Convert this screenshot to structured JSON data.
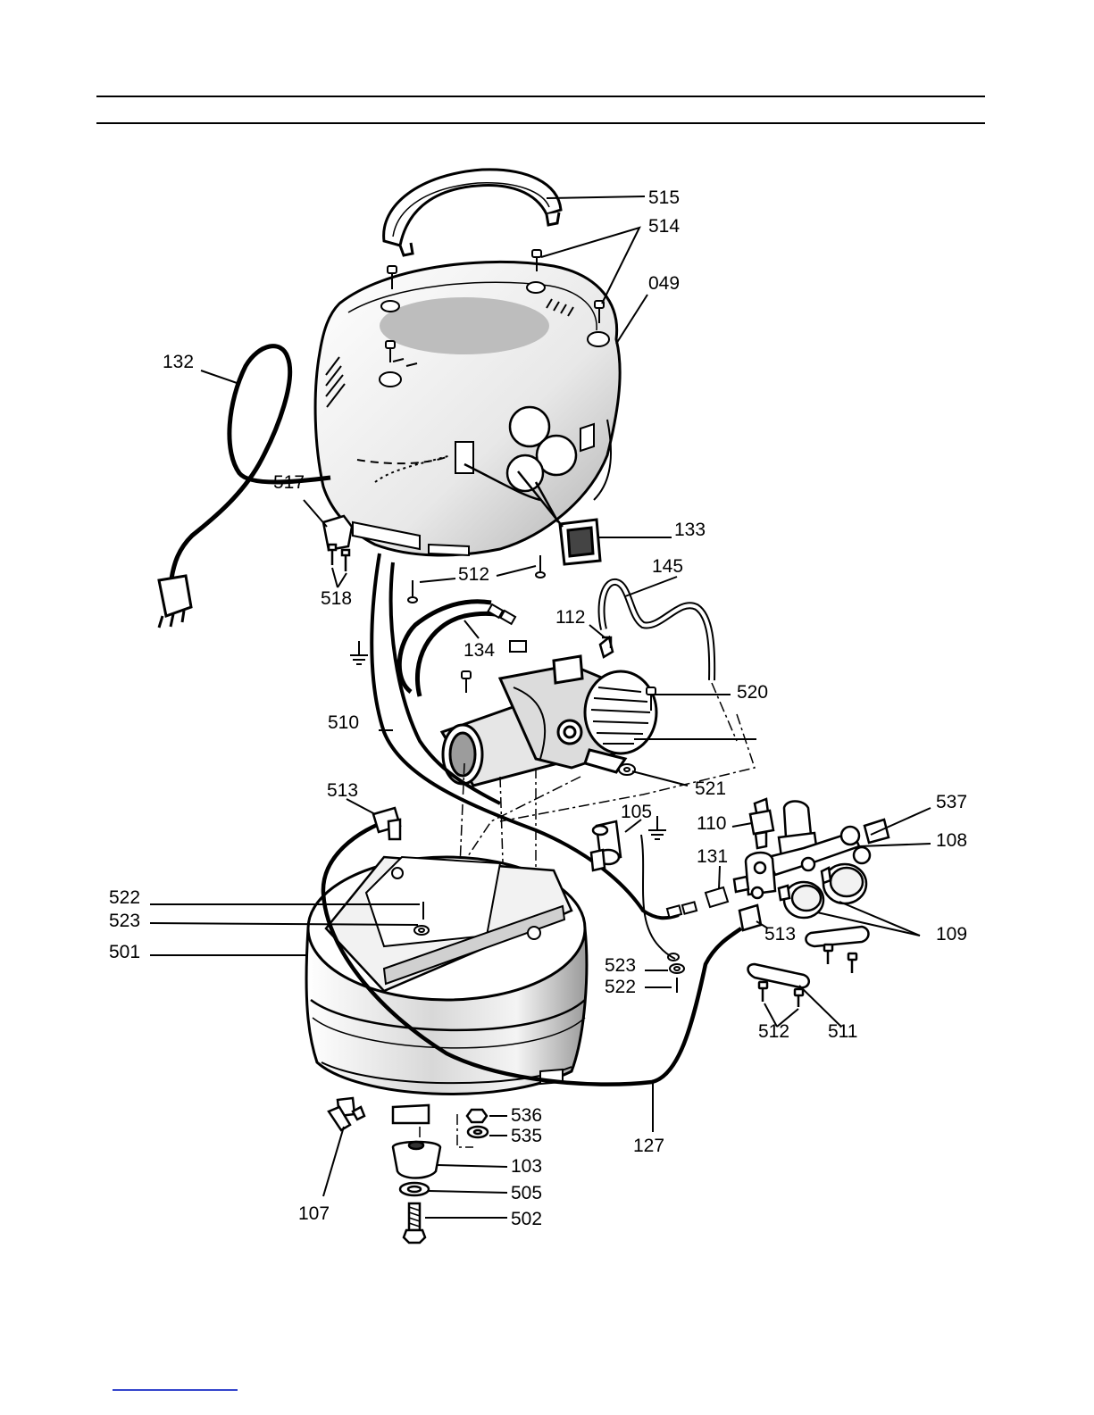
{
  "labels": {
    "p515": "515",
    "p514": "514",
    "p049": "049",
    "p132": "132",
    "p517": "517",
    "p133": "133",
    "p145": "145",
    "p512a": "512",
    "p518": "518",
    "p112": "112",
    "p134": "134",
    "p520": "520",
    "p510": "510",
    "p521": "521",
    "p513a": "513",
    "p537": "537",
    "p105": "105",
    "p110": "110",
    "p108": "108",
    "p131": "131",
    "p522a": "522",
    "p523a": "523",
    "p501": "501",
    "p513b": "513",
    "p109": "109",
    "p523b": "523",
    "p522b": "522",
    "p512b": "512",
    "p511": "511",
    "p536": "536",
    "p535": "535",
    "p127": "127",
    "p103": "103",
    "p505": "505",
    "p107": "107",
    "p502": "502"
  },
  "colors": {
    "ink": "#000000",
    "paper": "#ffffff",
    "shade": "#cfcfcf",
    "link": "#3344cc"
  }
}
